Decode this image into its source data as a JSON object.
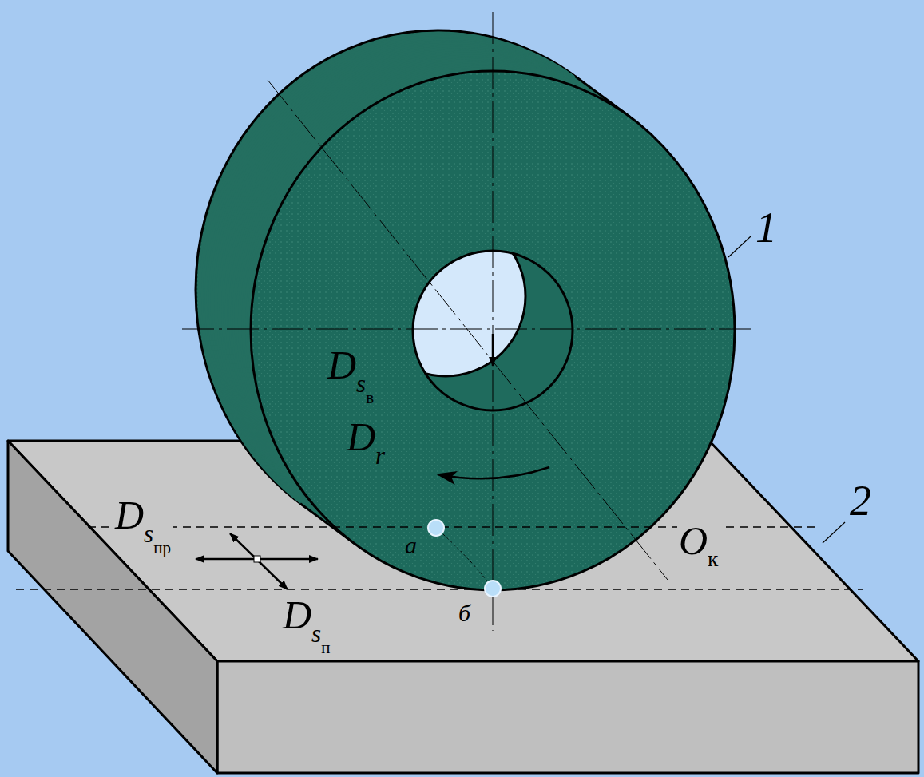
{
  "diagram": {
    "labels": [
      "1",
      "2",
      "Dsв",
      "Dr",
      "Dsпр",
      "Dsп",
      "а",
      "б",
      "Oк"
    ]
  }
}
